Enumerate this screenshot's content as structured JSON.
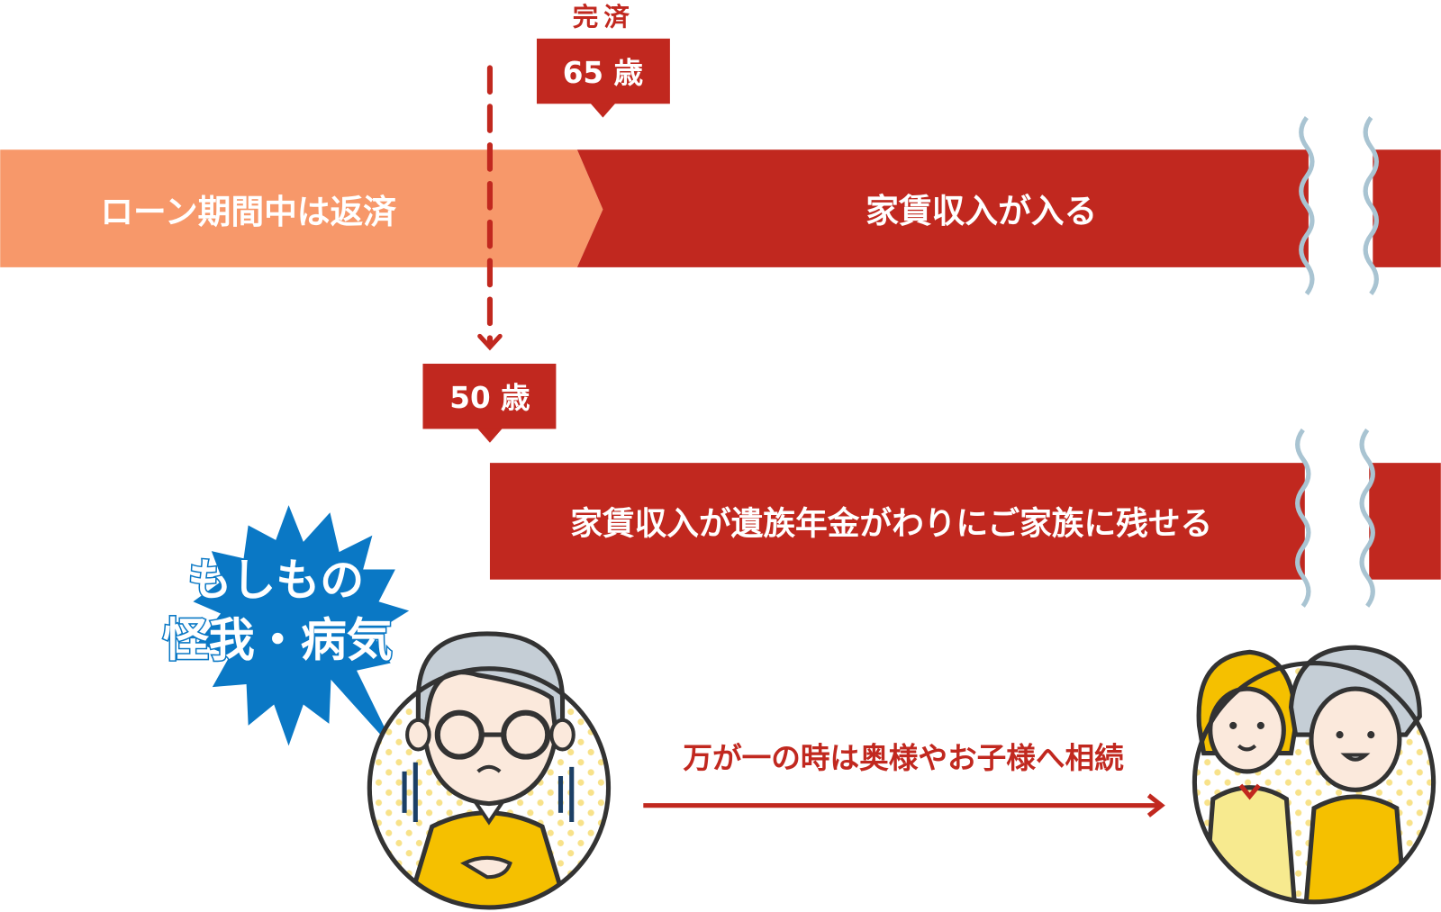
{
  "colors": {
    "red": "#c1281f",
    "orange": "#f7986a",
    "blue": "#0a78c5",
    "wave": "#a9c4d2",
    "yellow": "#f5c000"
  },
  "top_timeline": {
    "completion_label": "完済",
    "age_badge": "65 歳",
    "loan_segment": "ローン期間中は返済",
    "rent_segment": "家賃収入が入る"
  },
  "bottom_timeline": {
    "age_badge": "50 歳",
    "rent_segment": "家賃収入が遺族年金がわりにご家族に残せる"
  },
  "burst": {
    "line1": "もしもの",
    "line2": "怪我・病気"
  },
  "inheritance_arrow": {
    "label": "万が一の時は奥様やお子様へ相続"
  }
}
